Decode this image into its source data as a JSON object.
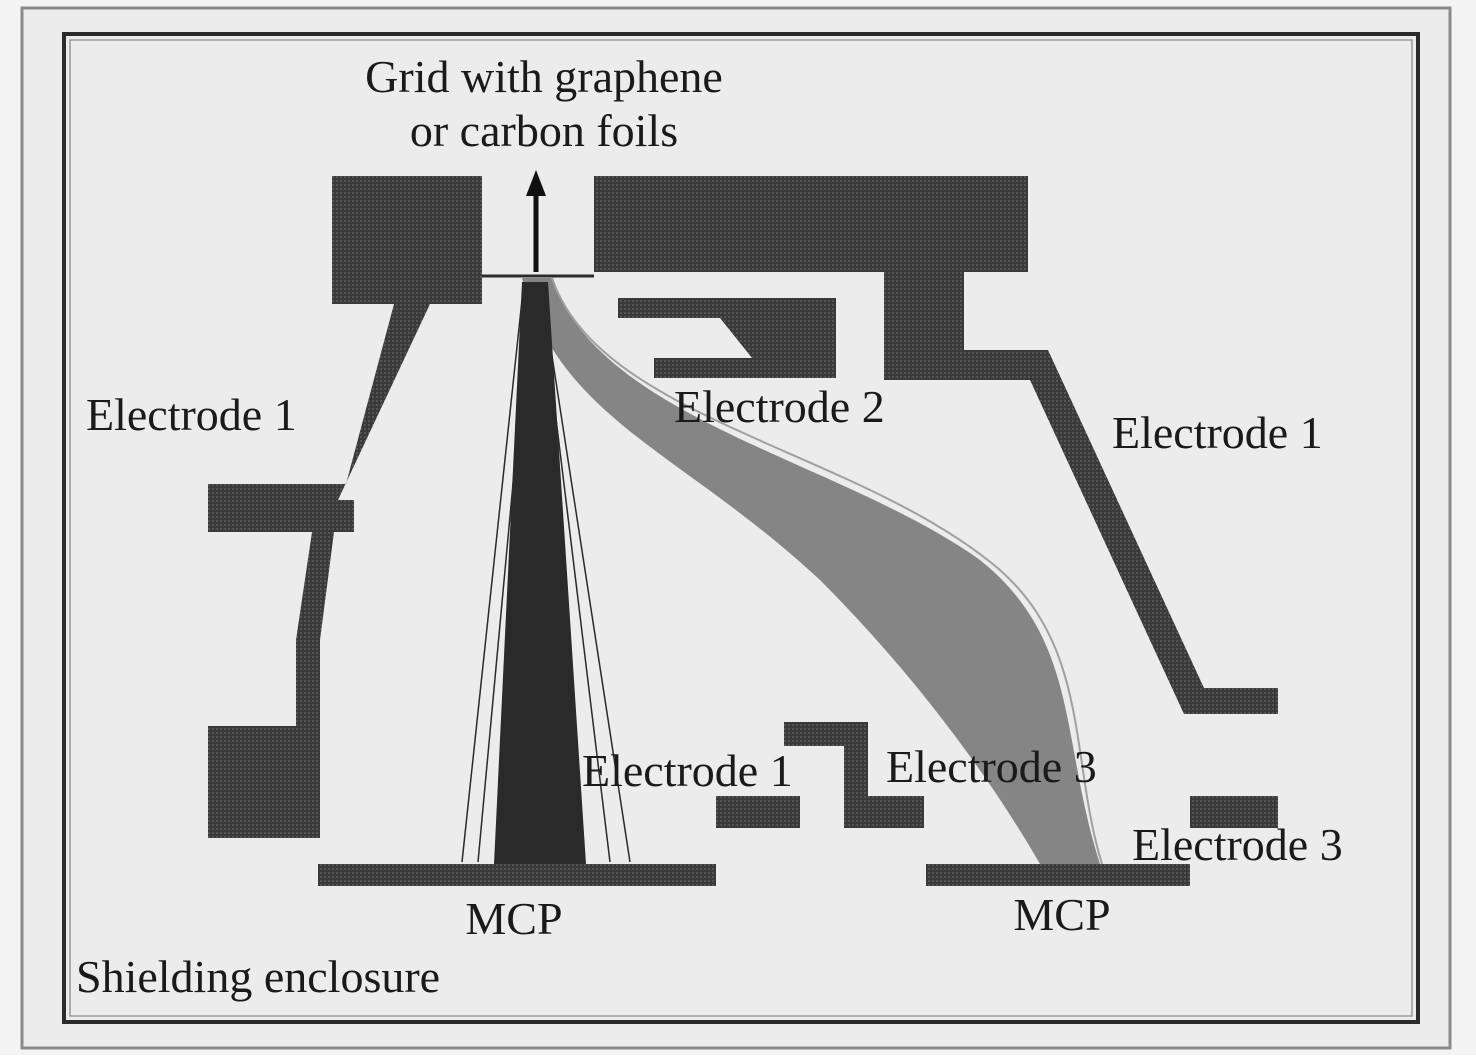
{
  "title": {
    "line1": "Grid with graphene",
    "line2": "or carbon foils"
  },
  "labels": {
    "electrode1_left": "Electrode 1",
    "electrode2": "Electrode 2",
    "electrode1_right": "Electrode 1",
    "electrode1_bottom": "Electrode 1",
    "electrode3_center": "Electrode 3",
    "electrode3_right": "Electrode 3",
    "mcp_left": "MCP",
    "mcp_right": "MCP",
    "shielding": "Shielding enclosure"
  },
  "colors": {
    "background": "#ececec",
    "electrode": "#3a3a3a",
    "trajectory_dark": "#2a2a2a",
    "trajectory_gray": "#808080",
    "frame": "#2b2b2b"
  },
  "icons": {
    "arrow": "up-arrow-icon"
  }
}
